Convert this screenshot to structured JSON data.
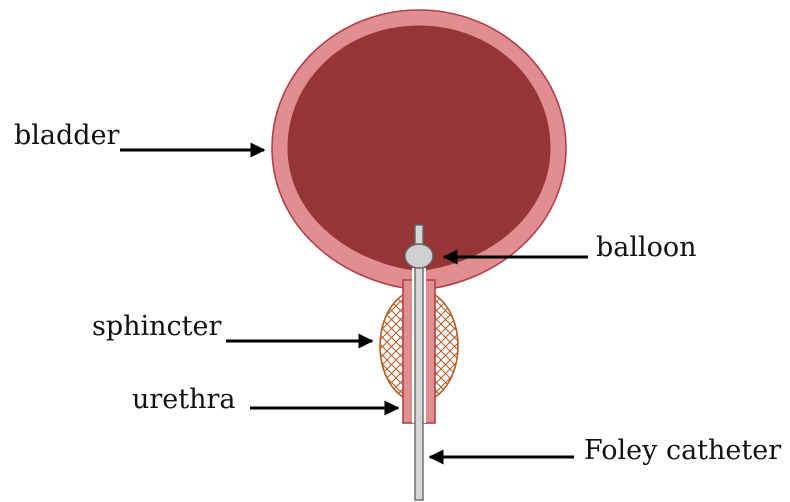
{
  "labels": {
    "bladder": "bladder",
    "balloon": "balloon",
    "sphincter": "sphincter",
    "urethra": "urethra",
    "foley_catheter": "Foley catheter"
  },
  "colors": {
    "bladder_wall": "#e08e90",
    "bladder_outline": "#b0404a",
    "bladder_interior": "#953536",
    "sphincter_fill": "#ffffff",
    "sphincter_mesh": "#b35a1f",
    "catheter_fill": "#d6d6d6",
    "catheter_outline": "#666666",
    "arrow": "#000000"
  }
}
